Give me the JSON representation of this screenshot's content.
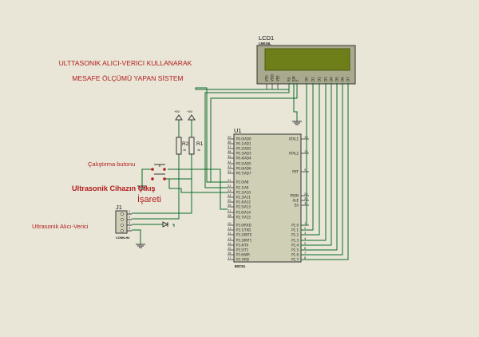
{
  "title": {
    "line1": "ULTTASONIK ALICI-VERICI KULLANARAK",
    "line2": "MESAFE ÖLÇÜMÜ YAPAN SİSTEM"
  },
  "labels": {
    "start_button": "Çalıştırma butonu",
    "echo_line1": "Ultrasonik Cihazın Çıkış",
    "echo_line2": "İşareti",
    "sensor": "Ultrasonik Alıcı-Verici"
  },
  "lcd": {
    "ref": "LCD1",
    "model": "LM016L",
    "pins": [
      "VSS",
      "VDD",
      "VEE",
      "RS",
      "RW",
      "E",
      "D0",
      "D1",
      "D2",
      "D3",
      "D4",
      "D5",
      "D6",
      "D7"
    ]
  },
  "mcu": {
    "ref": "U1",
    "model": "80C51",
    "left_pins": [
      {
        "num": "39",
        "name": "P0.0/AD0"
      },
      {
        "num": "38",
        "name": "P0.1/AD1"
      },
      {
        "num": "37",
        "name": "P0.2/AD2"
      },
      {
        "num": "36",
        "name": "P0.3/AD3"
      },
      {
        "num": "35",
        "name": "P0.4/AD4"
      },
      {
        "num": "34",
        "name": "P0.5/AD5"
      },
      {
        "num": "33",
        "name": "P0.6/AD6"
      },
      {
        "num": "32",
        "name": "P0.7/AD7"
      },
      {
        "num": "21",
        "name": "P2.0/A8"
      },
      {
        "num": "22",
        "name": "P2.1/A9"
      },
      {
        "num": "23",
        "name": "P2.2/A10"
      },
      {
        "num": "24",
        "name": "P2.3/A11"
      },
      {
        "num": "25",
        "name": "P2.4/A12"
      },
      {
        "num": "26",
        "name": "P2.5/A13"
      },
      {
        "num": "27",
        "name": "P2.6/A14"
      },
      {
        "num": "28",
        "name": "P2.7/A15"
      },
      {
        "num": "10",
        "name": "P3.0/RXD"
      },
      {
        "num": "11",
        "name": "P3.1/TXD"
      },
      {
        "num": "12",
        "name": "P3.2/INT0"
      },
      {
        "num": "13",
        "name": "P3.3/INT1"
      },
      {
        "num": "14",
        "name": "P3.4/T0"
      },
      {
        "num": "15",
        "name": "P3.5/T1"
      },
      {
        "num": "16",
        "name": "P3.6/WR"
      },
      {
        "num": "17",
        "name": "P3.7/RD"
      }
    ],
    "right_pins": [
      {
        "num": "19",
        "name": "XTAL1"
      },
      {
        "num": "18",
        "name": "XTAL2"
      },
      {
        "num": "9",
        "name": "RST"
      },
      {
        "num": "29",
        "name": "PSEN"
      },
      {
        "num": "30",
        "name": "ALE"
      },
      {
        "num": "31",
        "name": "EA"
      },
      {
        "num": "1",
        "name": "P1.0"
      },
      {
        "num": "2",
        "name": "P1.1"
      },
      {
        "num": "3",
        "name": "P1.2"
      },
      {
        "num": "4",
        "name": "P1.3"
      },
      {
        "num": "5",
        "name": "P1.4"
      },
      {
        "num": "6",
        "name": "P1.5"
      },
      {
        "num": "7",
        "name": "P1.6"
      },
      {
        "num": "8",
        "name": "P1.7"
      }
    ]
  },
  "r1": {
    "ref": "R1",
    "value": "1k"
  },
  "r2": {
    "ref": "R2",
    "value": "1k"
  },
  "power": {
    "vcc1": "+5V",
    "vcc2": "+5V"
  },
  "connector": {
    "ref": "J1",
    "model": "CONN-H4",
    "pins": [
      "1",
      "2",
      "3",
      "4"
    ]
  },
  "colors": {
    "background": "#e9e6d7",
    "annotation": "#b11c1c",
    "wire": "#0a6b2a",
    "lcd_screen": "#6e7f19"
  }
}
